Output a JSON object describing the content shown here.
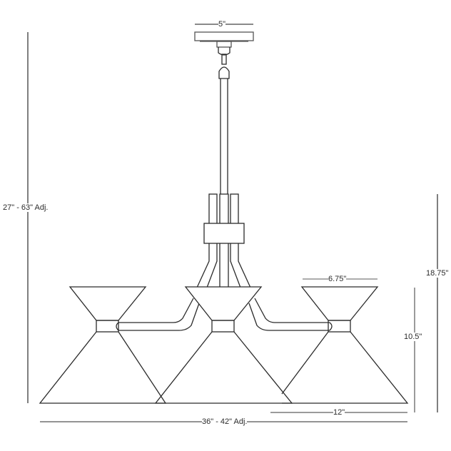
{
  "drawing": {
    "subject": "Three-light chandelier dimension drawing",
    "dimensions": {
      "canopy_width": "5\"",
      "overall_height": "27\" - 63\" Adj.",
      "body_height": "18.75\"",
      "shade_height": "10.5\"",
      "shade_top_width": "6.75\"",
      "shade_bottom_width": "12\"",
      "overall_width": "36\" - 42\" Adj."
    },
    "colors": {
      "line": "#2b2b2b",
      "dimension_line": "#7a7a7a",
      "background": "#ffffff"
    }
  }
}
